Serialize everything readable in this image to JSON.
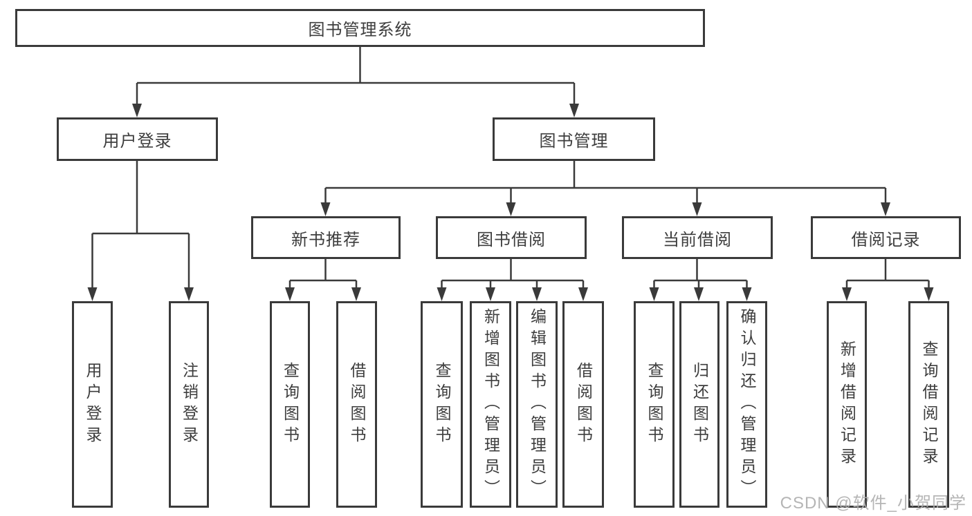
{
  "diagram": {
    "root": {
      "label": "图书管理系统"
    },
    "branches": [
      {
        "label": "用户登录",
        "children": [
          {
            "label": "用户登录"
          },
          {
            "label": "注销登录"
          }
        ]
      },
      {
        "label": "图书管理",
        "children": [
          {
            "label": "新书推荐",
            "children": [
              {
                "label": "查询图书"
              },
              {
                "label": "借阅图书"
              }
            ]
          },
          {
            "label": "图书借阅",
            "children": [
              {
                "label": "查询图书"
              },
              {
                "label": "新增图书（管理员）"
              },
              {
                "label": "编辑图书（管理员）"
              },
              {
                "label": "借阅图书"
              }
            ]
          },
          {
            "label": "当前借阅",
            "children": [
              {
                "label": "查询图书"
              },
              {
                "label": "归还图书"
              },
              {
                "label": "确认归还（管理员）"
              }
            ]
          },
          {
            "label": "借阅记录",
            "children": [
              {
                "label": "新增借阅记录"
              },
              {
                "label": "查询借阅记录"
              }
            ]
          }
        ]
      }
    ]
  },
  "watermark": {
    "text": "CSDN @软件_小贺同学"
  },
  "colors": {
    "line": "#3a3a3a",
    "text": "#3d3d3d",
    "box_bg": "#ffffff",
    "watermark": "#afafaf"
  }
}
